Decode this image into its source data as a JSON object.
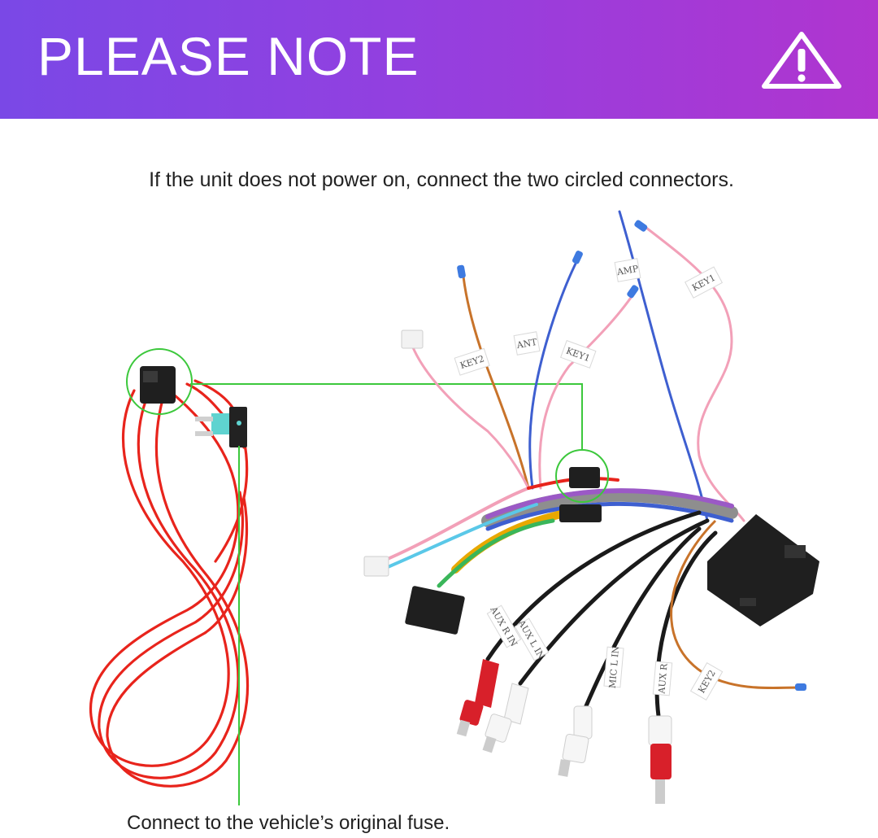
{
  "banner": {
    "title": "PLEASE NOTE",
    "icon": "warning-triangle-icon",
    "gradient": [
      "#7a48e6",
      "#b035cf"
    ]
  },
  "instruction": "If the unit does not power on, connect the two circled connectors.",
  "fuse_note": "Connect to the vehicle’s original fuse.",
  "wire_labels": {
    "key2_top": "KEY2",
    "ant": "ANT",
    "key1_mid": "KEY1",
    "amp": "AMP",
    "key1_right": "KEY1",
    "aux_r_in": "AUX R IN",
    "aux_l_in": "AUX L IN",
    "mic_l_in": "MIC L IN",
    "aux_r": "AUX R",
    "key2_bottom": "KEY2"
  },
  "colors": {
    "highlight": "#3cc83c",
    "power_wire": "#e8241c",
    "key_wire": "#f2a0b8",
    "acc_wire": "#3e5fd0",
    "orange_wire": "#c8732a"
  }
}
